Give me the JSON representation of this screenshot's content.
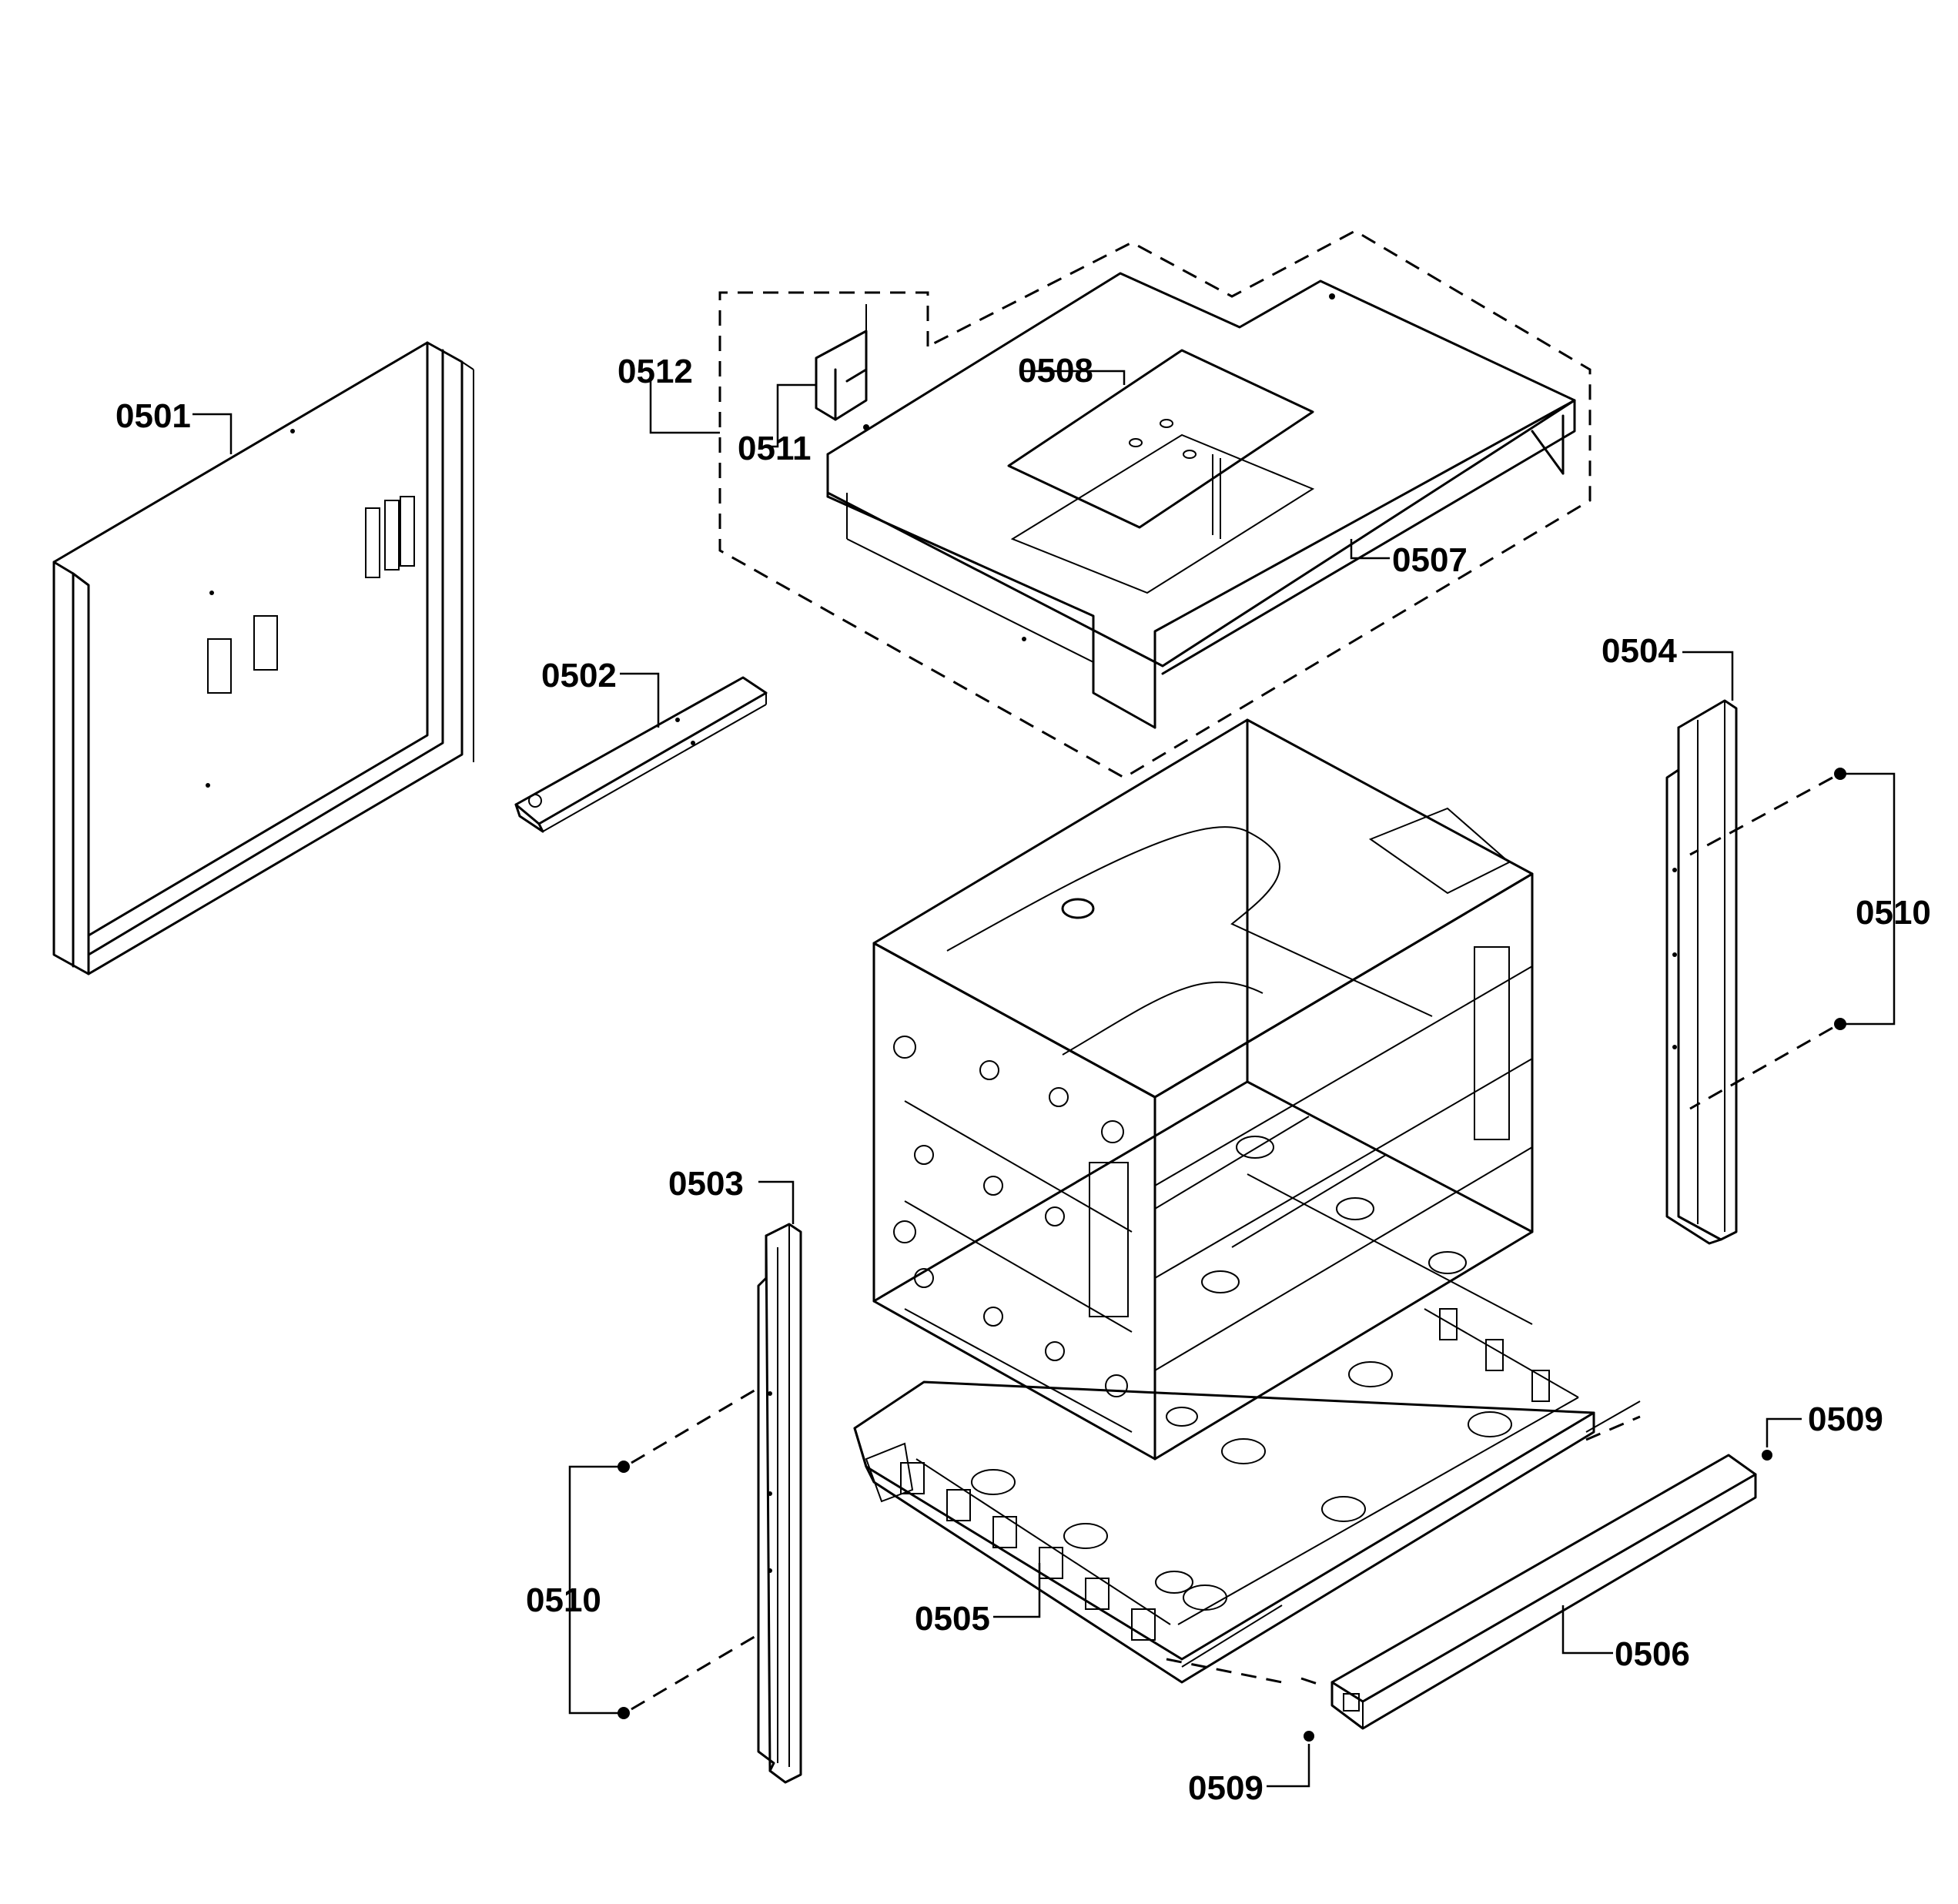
{
  "callouts": {
    "p0501": "0501",
    "p0502": "0502",
    "p0503": "0503",
    "p0504": "0504",
    "p0505": "0505",
    "p0506": "0506",
    "p0507": "0507",
    "p0508": "0508",
    "p0509_top": "0509",
    "p0509_bottom": "0509",
    "p0510_right": "0510",
    "p0510_left": "0510",
    "p0511": "0511",
    "p0512": "0512"
  }
}
